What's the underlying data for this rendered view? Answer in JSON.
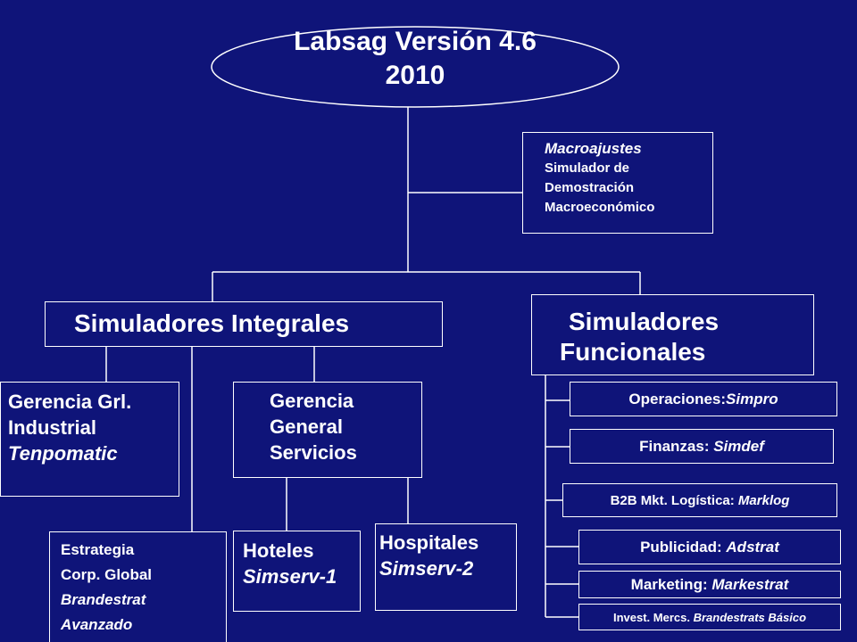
{
  "title": {
    "line1": "Labsag Versión 4.6",
    "line2": "2010"
  },
  "macro": {
    "line1": "Macroajustes",
    "line2": "Simulador de",
    "line3": "Demostración",
    "line4": "Macroeconómico"
  },
  "integrales": {
    "label": "Simuladores Integrales"
  },
  "funcionales": {
    "line1": "Simuladores",
    "line2": "Funcionales"
  },
  "gerencia_industrial": {
    "line1": "Gerencia Grl.",
    "line2": "Industrial",
    "line3": "Tenpomatic"
  },
  "gerencia_servicios": {
    "line1": "Gerencia",
    "line2": "General",
    "line3": "Servicios"
  },
  "estrategia": {
    "line1": "Estrategia",
    "line2": "Corp. Global",
    "line3": "Brandestrat",
    "line4": "Avanzado"
  },
  "hoteles": {
    "line1": "Hoteles",
    "line2": "Simserv-1"
  },
  "hospitales": {
    "line1": "Hospitales",
    "line2": "Simserv-2"
  },
  "functional_items": [
    {
      "prefix": "Operaciones:",
      "name": "Simpro"
    },
    {
      "prefix": "Finanzas: ",
      "name": "Simdef"
    },
    {
      "prefix": "B2B Mkt. Logística: ",
      "name": "Marklog"
    },
    {
      "prefix": "Publicidad: ",
      "name": "Adstrat"
    },
    {
      "prefix": "Marketing: ",
      "name": "Markestrat"
    },
    {
      "prefix": "Invest. Mercs. ",
      "name": "Brandestrats Básico"
    }
  ],
  "colors": {
    "background": "#0f1479",
    "foreground": "#ffffff"
  }
}
